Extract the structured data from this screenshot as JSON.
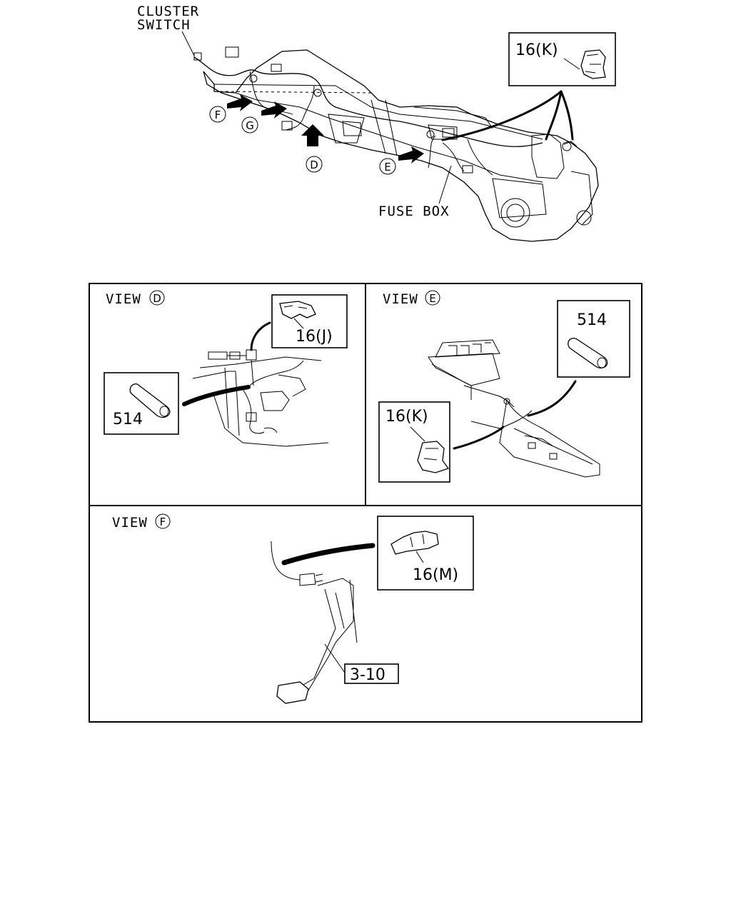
{
  "top": {
    "cluster_switch_label_line1": "CLUSTER",
    "cluster_switch_label_line2": "SWITCH",
    "fuse_box_label": "FUSE BOX",
    "callout_16k": "16(K)",
    "view_marker_f": "F",
    "view_marker_g": "G",
    "view_marker_d": "D",
    "view_marker_e": "E"
  },
  "view_d": {
    "title": "VIEW",
    "marker": "D",
    "callout_16j": "16(J)",
    "callout_514": "514"
  },
  "view_e": {
    "title": "VIEW",
    "marker": "E",
    "callout_514": "514",
    "callout_16k": "16(K)"
  },
  "view_f": {
    "title": "VIEW",
    "marker": "F",
    "callout_16m": "16(M)",
    "callout_3_10": "3-10"
  }
}
